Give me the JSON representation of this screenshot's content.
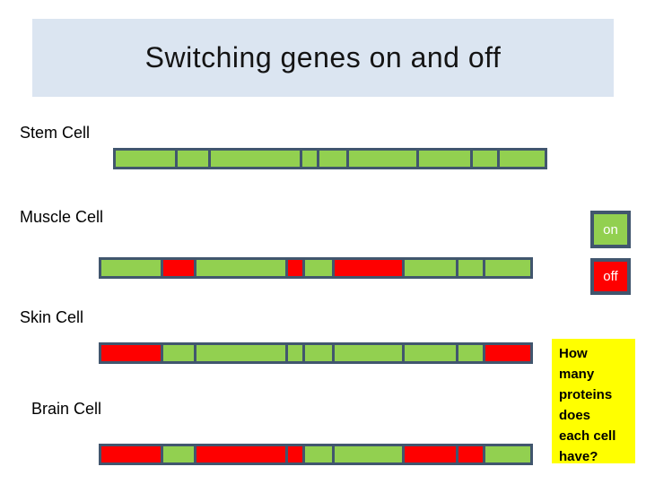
{
  "slide": {
    "title": "Switching genes on and off"
  },
  "colors": {
    "title_bg": "#dbe5f1",
    "gene_on": "#92d050",
    "gene_off": "#fe0000",
    "bar_border": "#41566e",
    "question_bg": "#ffff00"
  },
  "gene_bar": {
    "segment_widths": [
      68,
      34,
      102,
      16,
      31,
      77,
      58,
      28,
      51
    ]
  },
  "rows": [
    {
      "label": "Stem Cell",
      "segments": [
        "on",
        "on",
        "on",
        "on",
        "on",
        "on",
        "on",
        "on",
        "on"
      ]
    },
    {
      "label": "Muscle Cell",
      "segments": [
        "on",
        "off",
        "on",
        "off",
        "on",
        "off",
        "on",
        "on",
        "on"
      ]
    },
    {
      "label": "Skin Cell",
      "segments": [
        "off",
        "on",
        "on",
        "on",
        "on",
        "on",
        "on",
        "on",
        "off"
      ]
    },
    {
      "label": "Brain Cell",
      "segments": [
        "off",
        "on",
        "off",
        "off",
        "on",
        "on",
        "off",
        "off",
        "on"
      ]
    }
  ],
  "switches": {
    "on_label": "on",
    "off_label": "off"
  },
  "question": {
    "text": "How\nmany\nproteins\ndoes\neach cell\nhave?"
  }
}
